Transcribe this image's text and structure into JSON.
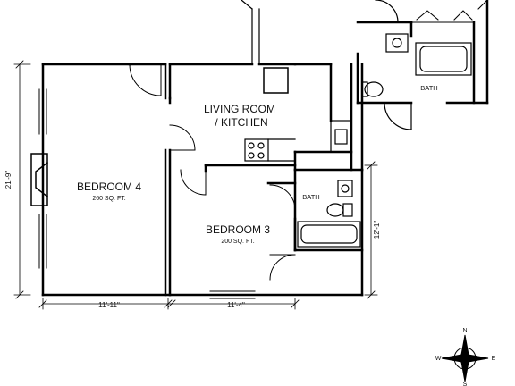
{
  "rooms": {
    "bedroom4": {
      "name": "BEDROOM 4",
      "area": "260 SQ. FT."
    },
    "living": {
      "name_line1": "LIVING ROOM",
      "name_line2": "/ KITCHEN"
    },
    "bedroom3": {
      "name": "BEDROOM 3",
      "area": "200 SQ. FT."
    },
    "bath_center": {
      "name": "BATH"
    },
    "bath_upper": {
      "name": "BATH"
    }
  },
  "dimensions": {
    "left_vertical": "21'-9\"",
    "right_vertical": "12'-1\"",
    "bottom_left": "11'-11\"",
    "bottom_right": "11'-4\""
  },
  "compass": {
    "n": "N",
    "s": "S",
    "e": "E",
    "w": "W"
  }
}
